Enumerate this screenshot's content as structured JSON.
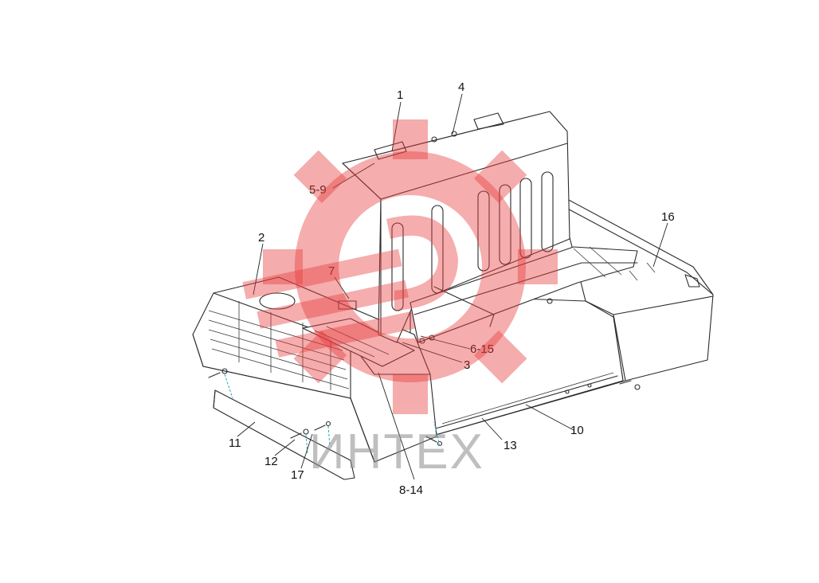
{
  "callouts": {
    "c1": "1",
    "c4": "4",
    "c5_9": "5-9",
    "c16": "16",
    "c2": "2",
    "c7": "7",
    "c6_15": "6-15",
    "c3": "3",
    "c10": "10",
    "c11": "11",
    "c12": "12",
    "c13": "13",
    "c17": "17",
    "c8_14": "8-14"
  },
  "watermark": {
    "text": "ИНТЕХ",
    "logo": "gear-logo-icon",
    "color": "#e63b3b"
  }
}
